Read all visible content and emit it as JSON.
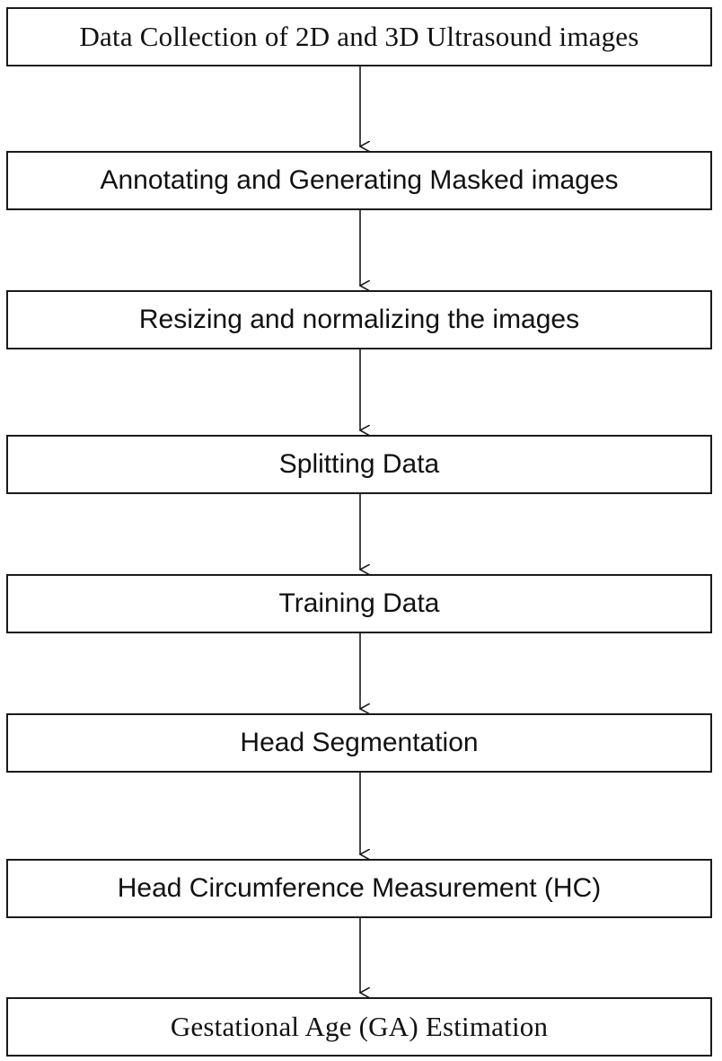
{
  "flowchart": {
    "steps": [
      {
        "label": "Data Collection of 2D and 3D Ultrasound images",
        "font": "serif"
      },
      {
        "label": "Annotating and Generating Masked images",
        "font": "sans"
      },
      {
        "label": "Resizing and normalizing the images",
        "font": "sans"
      },
      {
        "label": "Splitting Data",
        "font": "sans"
      },
      {
        "label": "Training Data",
        "font": "sans"
      },
      {
        "label": "Head Segmentation",
        "font": "sans"
      },
      {
        "label": "Head Circumference Measurement (HC)",
        "font": "sans"
      },
      {
        "label": "Gestational Age (GA) Estimation",
        "font": "serif"
      }
    ],
    "colors": {
      "box_border": "#1a1a1a",
      "arrow": "#1a1a1a",
      "text": "#111111",
      "background": "#ffffff"
    }
  }
}
